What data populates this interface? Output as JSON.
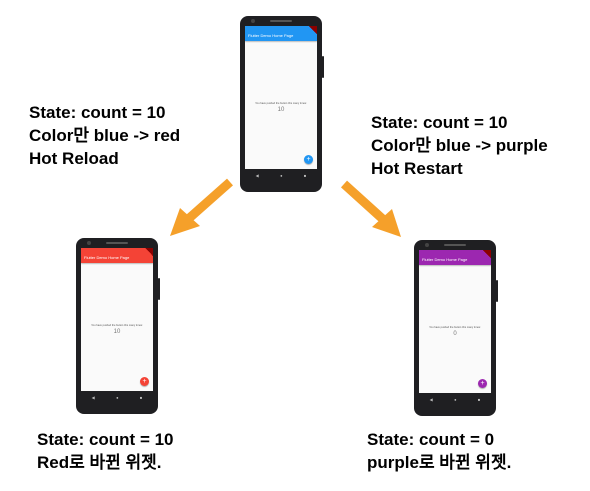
{
  "labels": {
    "hot_reload": [
      "State: count = 10",
      "Color만 blue -> red",
      "Hot Reload"
    ],
    "hot_restart": [
      "State: count = 10",
      "Color만 blue -> purple",
      "Hot Restart"
    ],
    "red_result": [
      "State: count = 10",
      "Red로 바뀐 위젯."
    ],
    "purple_result": [
      "State: count = 0",
      "purple로 바뀐 위젯."
    ]
  },
  "phones": {
    "top": {
      "appbar_title": "Flutter Demo Home Page",
      "body_text": "You have pushed the button this many times:",
      "counter": "10",
      "accent": "#2196f3",
      "fab_icon": "+"
    },
    "left": {
      "appbar_title": "Flutter Demo Home Page",
      "body_text": "You have pushed the button this many times:",
      "counter": "10",
      "accent": "#f44336",
      "fab_icon": "+"
    },
    "right": {
      "appbar_title": "Flutter Demo Home Page",
      "body_text": "You have pushed the button this many times:",
      "counter": "0",
      "accent": "#9c27b0",
      "fab_icon": "+"
    }
  },
  "nav_icons": {
    "back": "◀",
    "home": "●",
    "recents": "■"
  },
  "colors": {
    "arrow": "#f5a02a"
  }
}
